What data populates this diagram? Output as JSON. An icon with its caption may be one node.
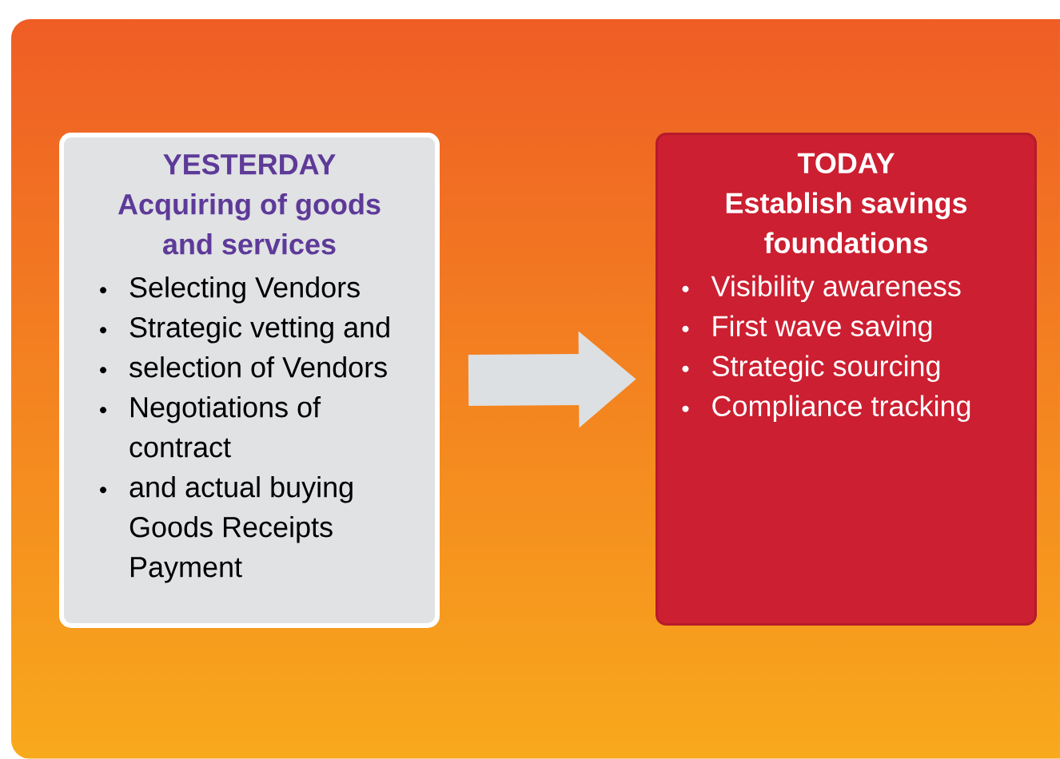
{
  "diagram": {
    "nodes": [
      {
        "text": [
          "YESTERDAY",
          "Acquiring of goods and services",
          "Selecting Vendors",
          "Strategic vetting and",
          "selection of Vendors",
          "Negotiations of contract",
          "and actual buying Goods Receipts Payment"
        ]
      },
      {
        "text": [
          "TODAY",
          "Establish savings foundations",
          "Visibility awareness",
          "First wave saving",
          "Strategic sourcing",
          "Compliance tracking"
        ]
      }
    ],
    "edges": [
      {
        "from": 0,
        "to": 1,
        "arrow": "to"
      }
    ]
  }
}
